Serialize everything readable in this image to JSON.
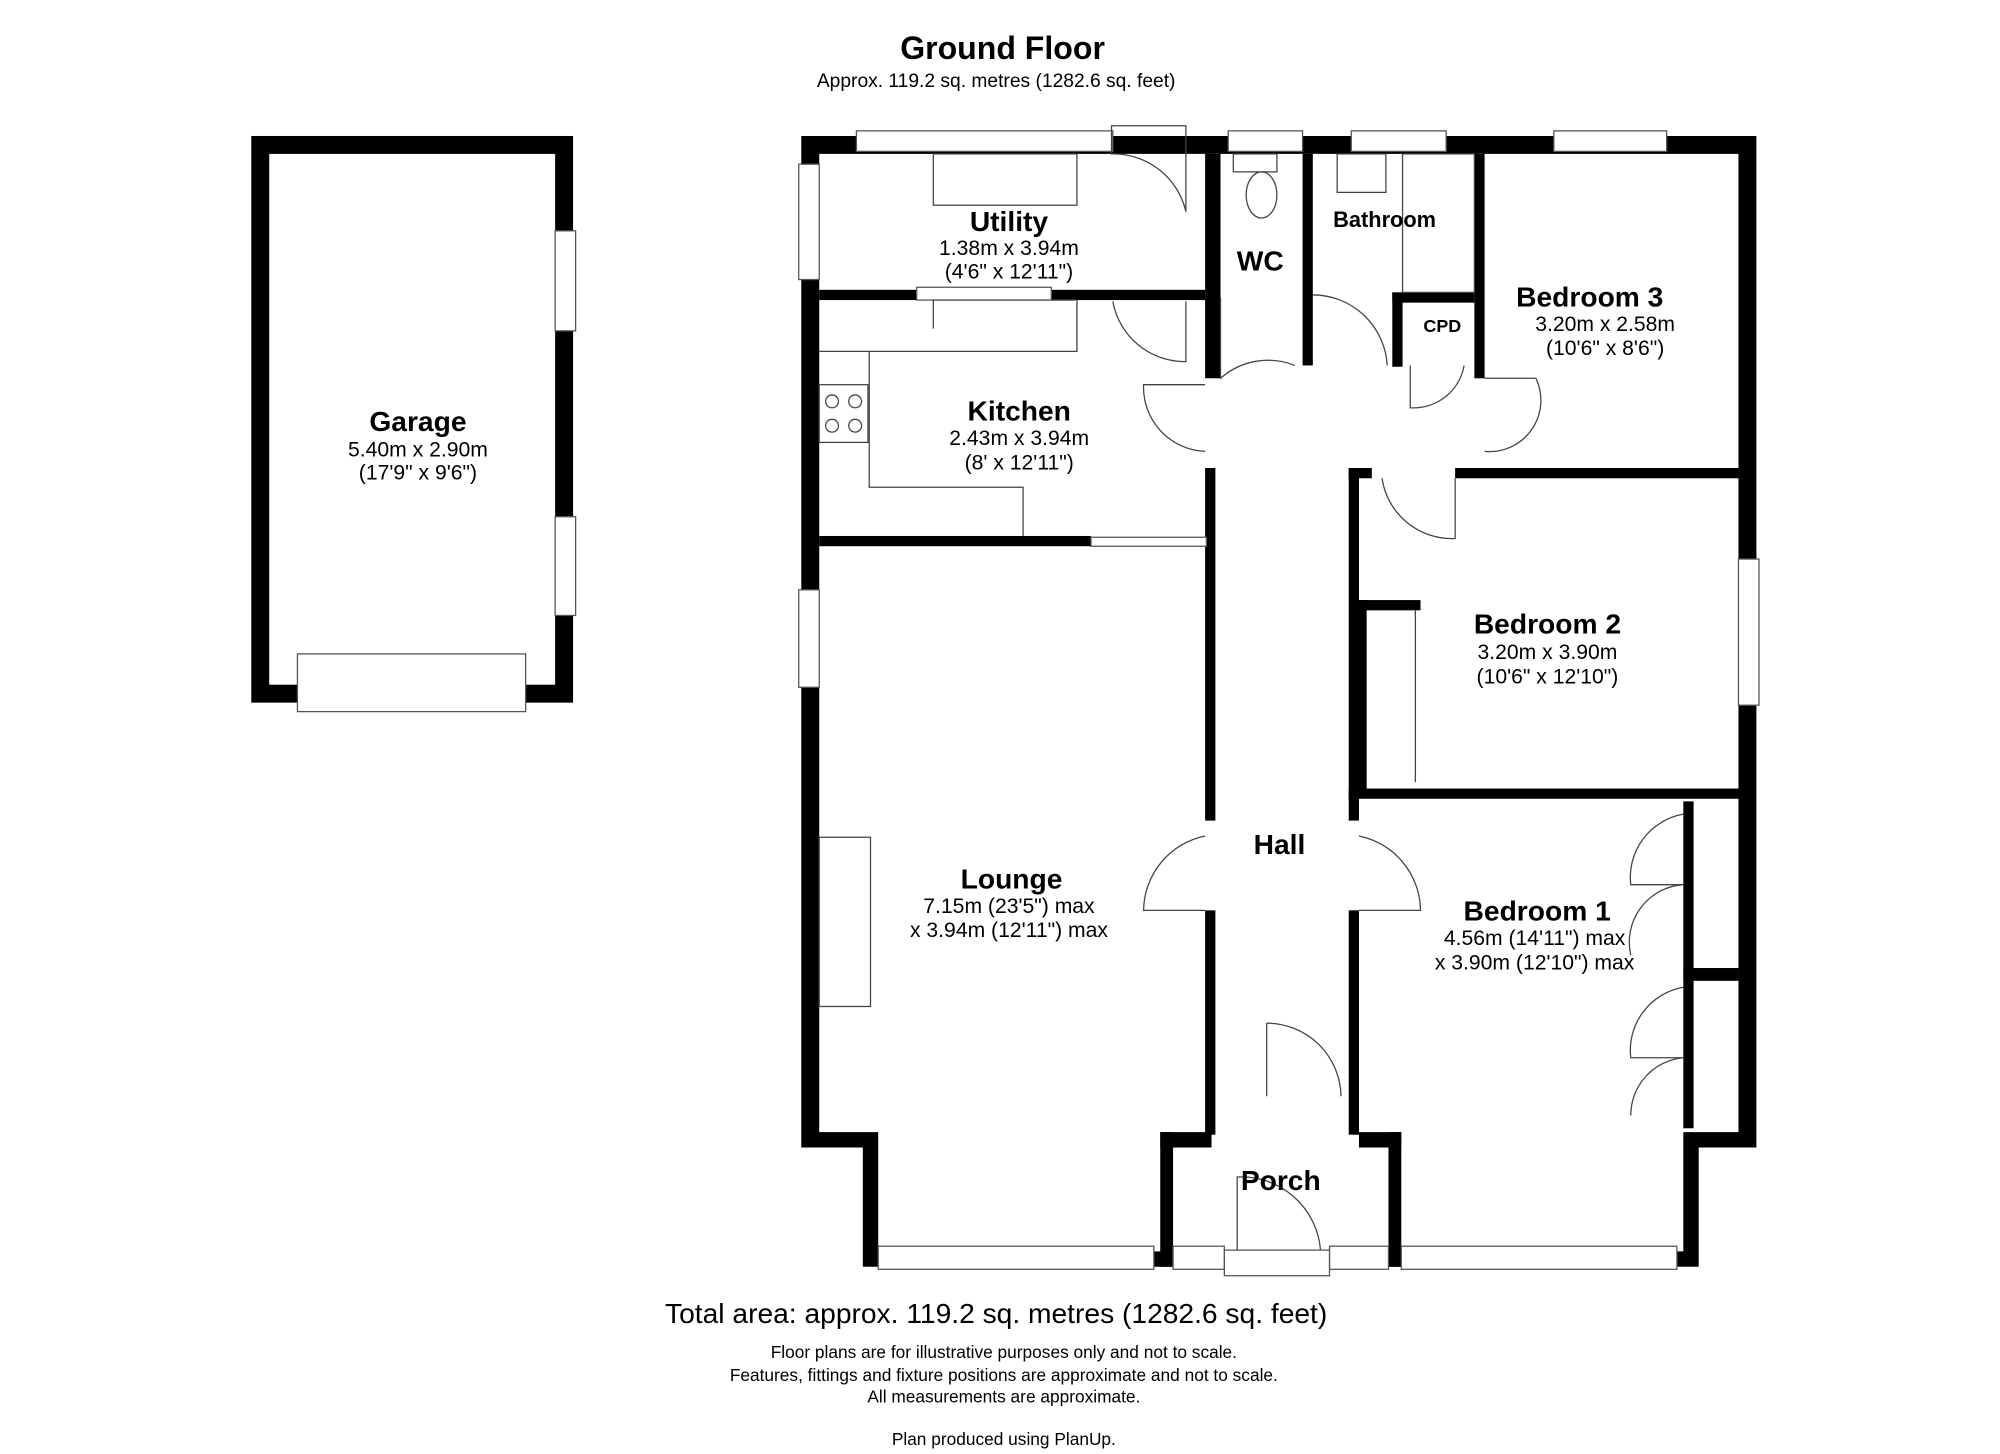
{
  "header": {
    "title": "Ground Floor",
    "subtitle": "Approx. 119.2 sq. metres (1282.6 sq. feet)"
  },
  "rooms": {
    "garage": {
      "name": "Garage",
      "dim_m": "5.40m x 2.90m",
      "dim_ft": "(17'9\" x 9'6\")"
    },
    "utility": {
      "name": "Utility",
      "dim_m": "1.38m x 3.94m",
      "dim_ft": "(4'6\" x 12'11\")"
    },
    "wc": {
      "name": "WC"
    },
    "bathroom": {
      "name": "Bathroom"
    },
    "cpd": {
      "name": "CPD"
    },
    "bedroom3": {
      "name": "Bedroom 3",
      "dim_m": "3.20m x 2.58m",
      "dim_ft": "(10'6\" x 8'6\")"
    },
    "kitchen": {
      "name": "Kitchen",
      "dim_m": "2.43m x 3.94m",
      "dim_ft": "(8' x 12'11\")"
    },
    "bedroom2": {
      "name": "Bedroom 2",
      "dim_m": "3.20m x 3.90m",
      "dim_ft": "(10'6\" x 12'10\")"
    },
    "hall": {
      "name": "Hall"
    },
    "lounge": {
      "name": "Lounge",
      "dim_m": "7.15m (23'5\") max",
      "dim_ft": "x 3.94m (12'11\") max"
    },
    "bedroom1": {
      "name": "Bedroom 1",
      "dim_m": "4.56m (14'11\") max",
      "dim_ft": "x 3.90m (12'10\") max"
    },
    "porch": {
      "name": "Porch"
    }
  },
  "footer": {
    "total": "Total area: approx. 119.2 sq. metres (1282.6 sq. feet)",
    "notes": [
      "Floor plans are for illustrative purposes only and not to scale.",
      "Features, fittings and fixture positions are approximate and not to scale.",
      "All measurements are approximate."
    ],
    "credit": "Plan produced using PlanUp."
  }
}
